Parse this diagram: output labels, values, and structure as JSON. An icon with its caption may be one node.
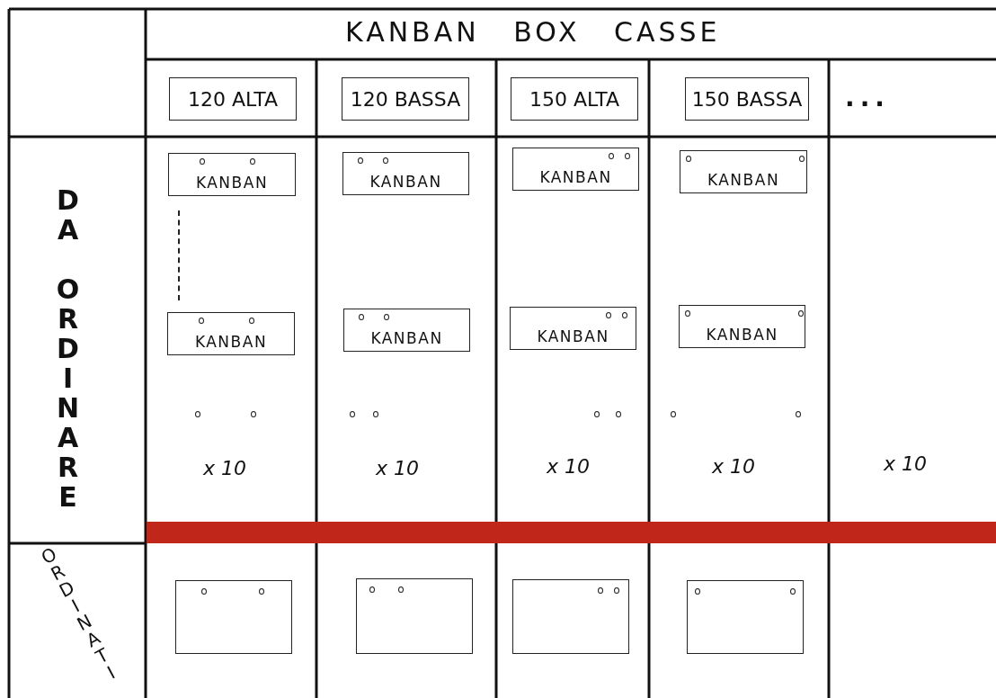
{
  "diagram": {
    "title": "KANBAN BOX CASSE",
    "nodes": [
      {
        "text": [
          "120 ALTA"
        ]
      },
      {
        "text": [
          "120 BASSA"
        ]
      },
      {
        "text": [
          "150 ALTA"
        ]
      },
      {
        "text": [
          "150 BASSA"
        ]
      },
      {
        "text": [
          "KANBAN"
        ]
      },
      {
        "text": [
          "KANBAN"
        ]
      },
      {
        "text": [
          "KANBAN"
        ]
      },
      {
        "text": [
          "KANBAN"
        ]
      },
      {
        "text": [
          "KANBAN"
        ]
      },
      {
        "text": [
          "KANBAN"
        ]
      },
      {
        "text": [
          "KANBAN"
        ]
      },
      {
        "text": [
          "KANBAN"
        ]
      },
      {
        "text": [],
        "shape": "box"
      },
      {
        "text": [],
        "shape": "box"
      },
      {
        "text": [],
        "shape": "box"
      },
      {
        "text": [],
        "shape": "box"
      }
    ],
    "edges": [],
    "labels": [
      "...",
      "DA ORDINARE",
      "x 10",
      "x 10",
      "x 10",
      "x 10",
      "x 10",
      "ORDINATI"
    ]
  }
}
